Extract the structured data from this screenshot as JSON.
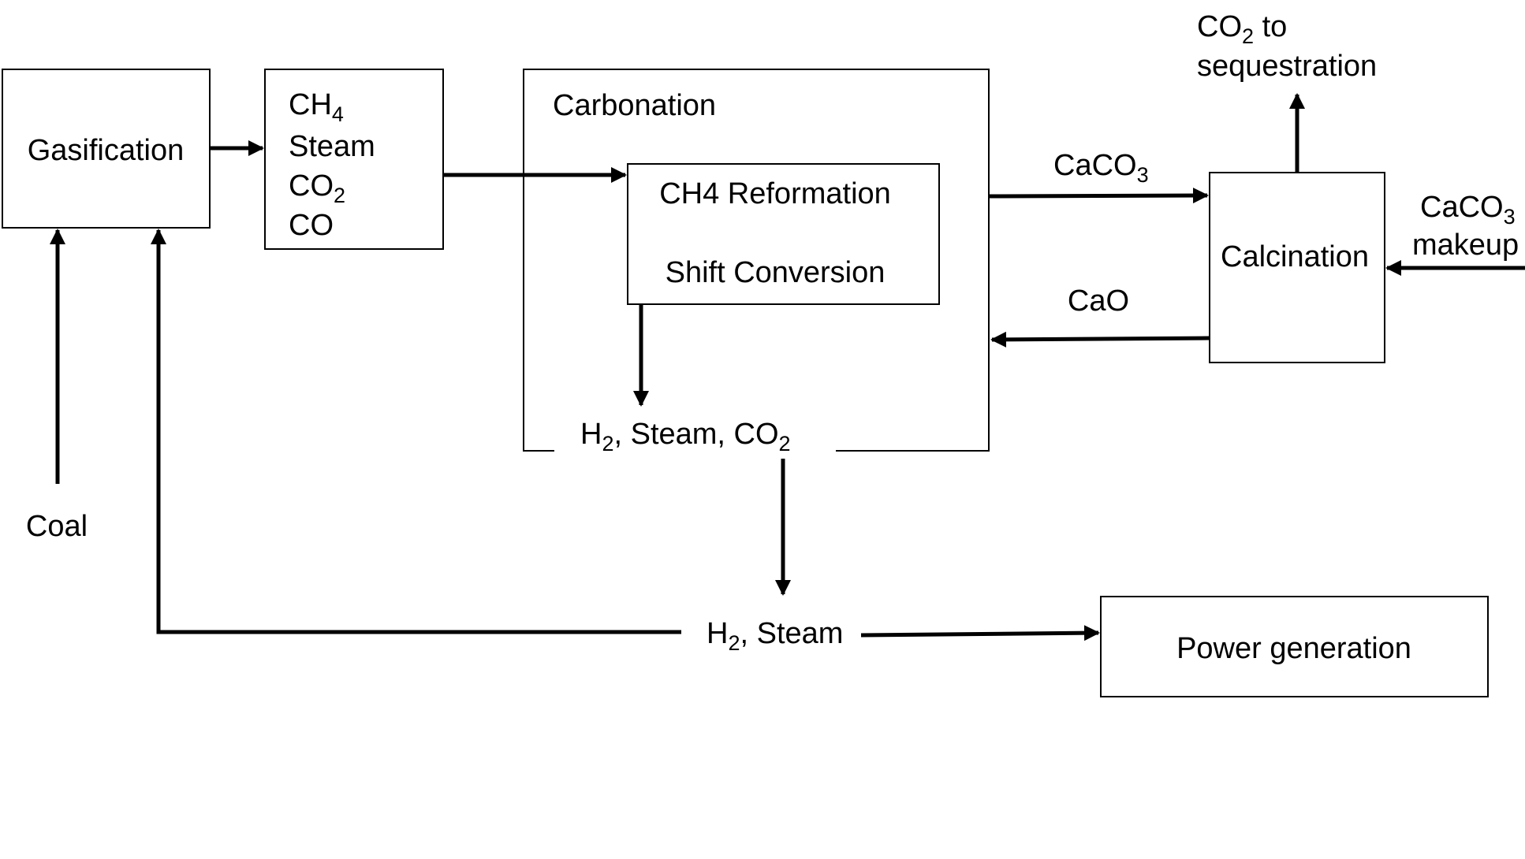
{
  "boxes": {
    "gasification": "Gasification",
    "carbonation": "Carbonation",
    "reformation": "CH4 Reformation",
    "shift": "Shift Conversion",
    "calcination": "Calcination",
    "power": "Power generation"
  },
  "gas_mix": {
    "ch4_main": "CH",
    "ch4_sub": "4",
    "steam": "Steam",
    "co2_main": "CO",
    "co2_sub": "2",
    "co": "CO"
  },
  "labels": {
    "coal": "Coal",
    "caco3_main": "CaCO",
    "caco3_sub": "3",
    "cao": "CaO",
    "co2_seq_main": "CO",
    "co2_seq_sub": "2",
    "co2_seq_to": " to",
    "sequestration": "sequestration",
    "makeup_caco3_main": "CaCO",
    "makeup_caco3_sub": "3",
    "makeup": "makeup",
    "h2_steam_co2_h": "H",
    "h2_steam_co2_sub1": "2",
    "h2_steam_co2_mid": ", Steam, CO",
    "h2_steam_co2_sub2": "2",
    "h2_steam_h": "H",
    "h2_steam_sub": "2",
    "h2_steam_rest": ", Steam"
  }
}
